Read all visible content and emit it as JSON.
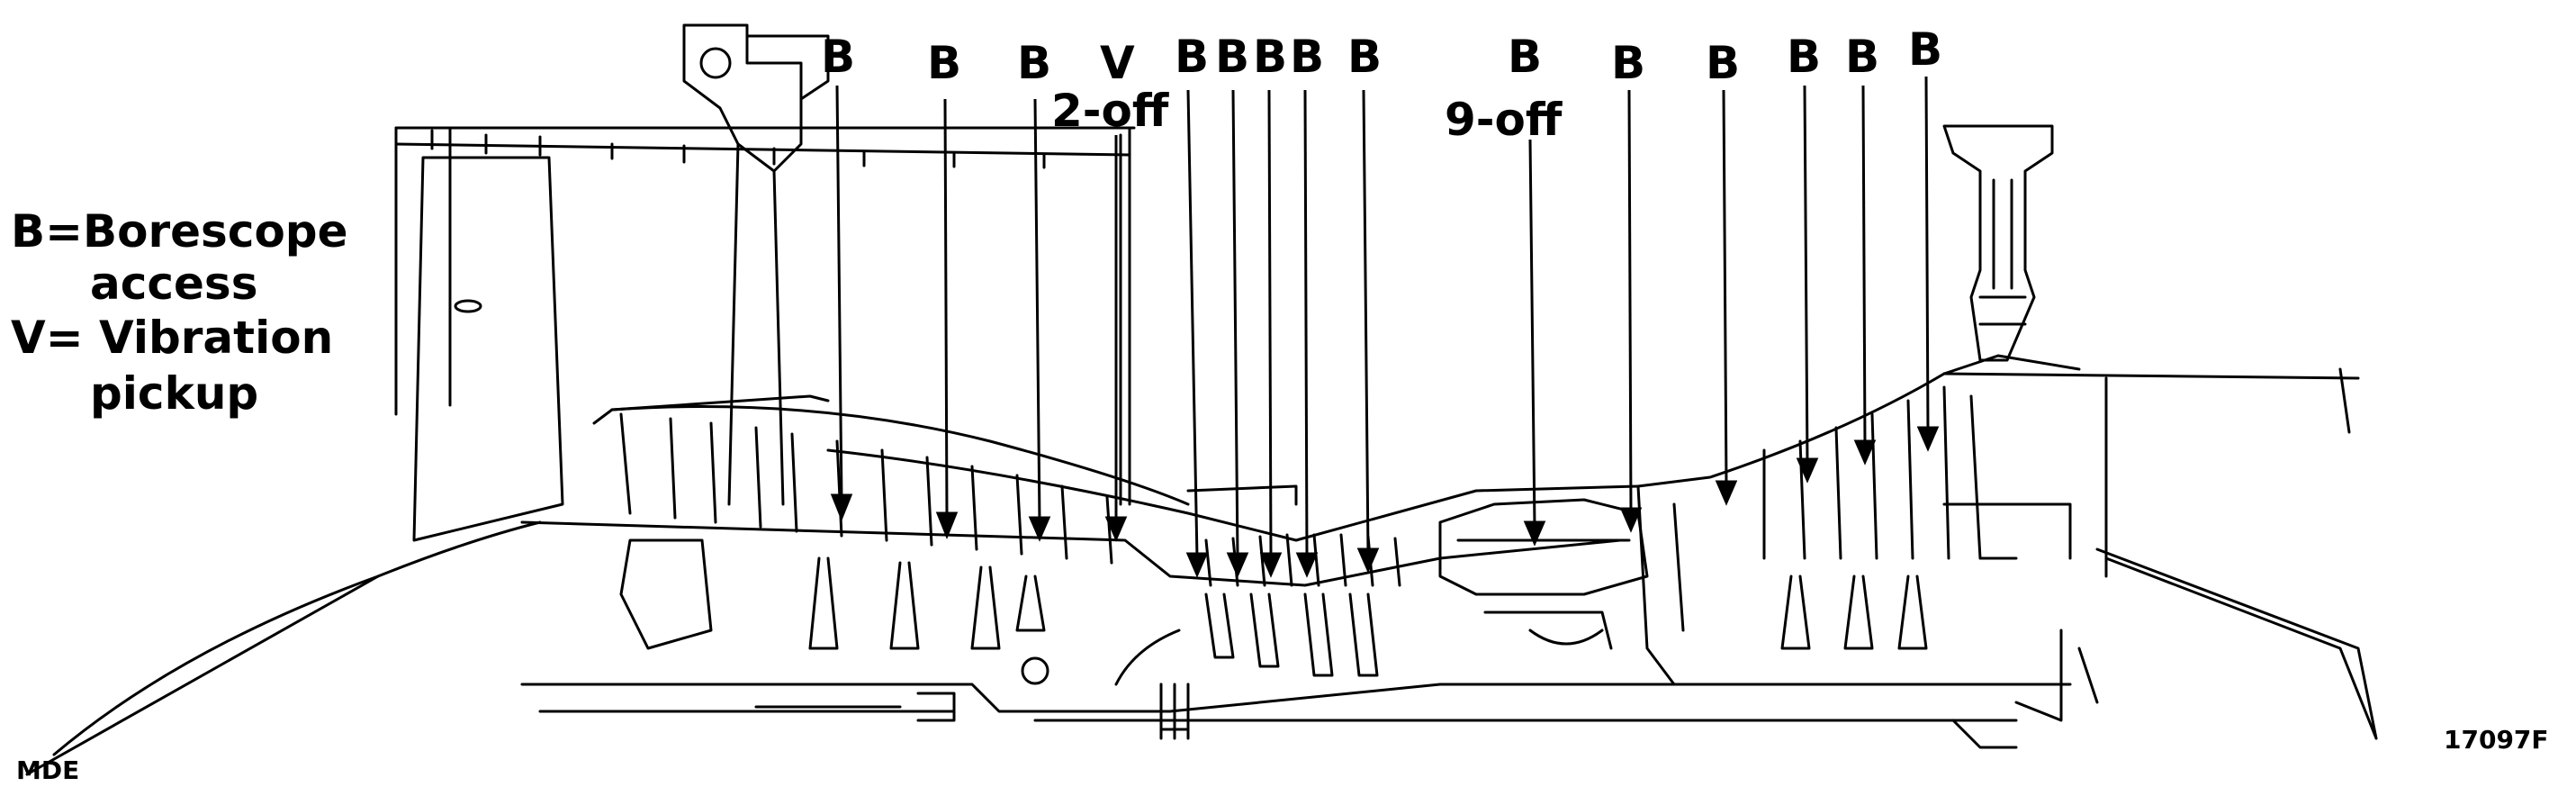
{
  "legend": {
    "b_key": "B",
    "b_eq": "=",
    "b_text_1": "Borescope",
    "b_text_2": "access",
    "v_key": "V",
    "v_eq": "=",
    "v_text_1": "Vibration",
    "v_text_2": "pickup"
  },
  "callouts": {
    "b1": "B",
    "b2": "B",
    "b3": "B",
    "v": "V",
    "b4": "B",
    "b5": "B",
    "b6": "B",
    "b7": "B",
    "b8": "B",
    "b9": "B",
    "b10": "B",
    "b11": "B",
    "b12": "B",
    "b13": "B",
    "b14": "B"
  },
  "notes": {
    "two_off": "2-off",
    "nine_off": "9-off"
  },
  "codes": {
    "left": "MDE",
    "right": "17097F"
  },
  "colors": {
    "ink": "#000000",
    "paper": "#ffffff"
  }
}
